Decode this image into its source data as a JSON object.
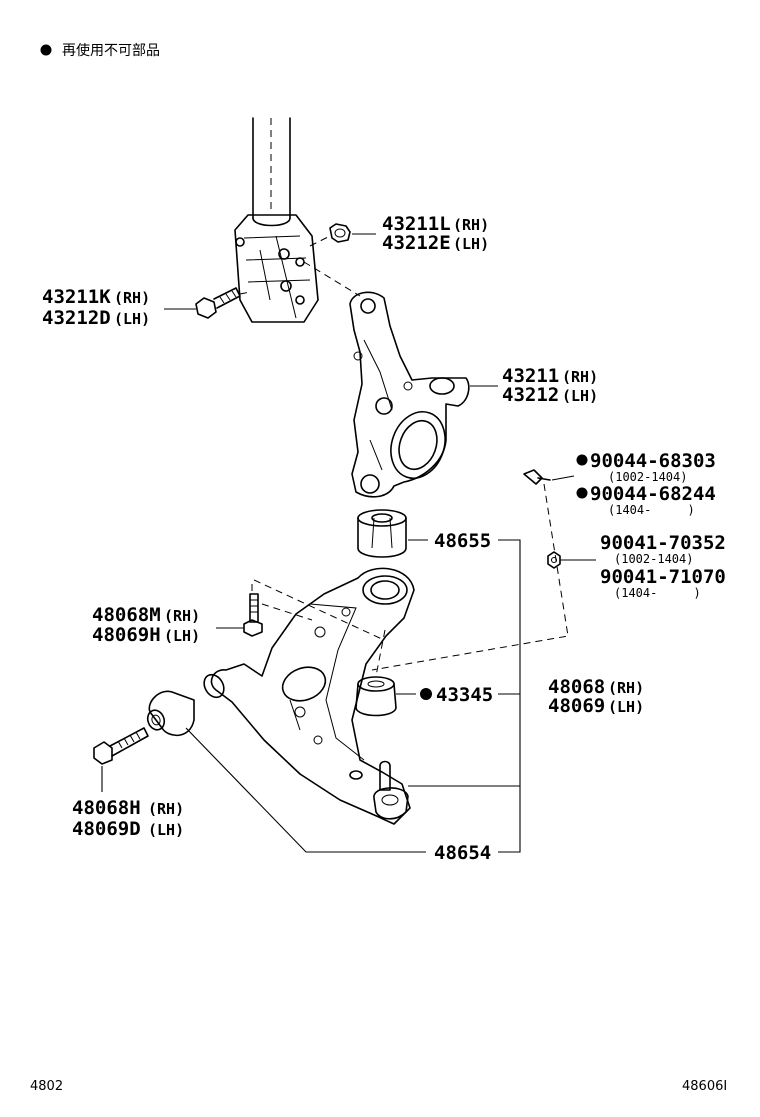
{
  "legend": {
    "text": "再使用不可部品"
  },
  "labels": {
    "l43211L": "43211L",
    "l43211L_side": "(RH)",
    "l43212E": "43212E",
    "l43212E_side": "(LH)",
    "l43211K": "43211K",
    "l43211K_side": "(RH)",
    "l43212D": "43212D",
    "l43212D_side": "(LH)",
    "l43211": "43211",
    "l43211_side": "(RH)",
    "l43212": "43212",
    "l43212_side": "(LH)",
    "l90044a": "90044-68303",
    "l90044a_date": "(1002-1404)",
    "l90044b": "90044-68244",
    "l90044b_date": "(1404-     )",
    "l90041a": "90041-70352",
    "l90041a_date": "(1002-1404)",
    "l90041b": "90041-71070",
    "l90041b_date": "(1404-     )",
    "l48655": "48655",
    "l48068M": "48068M",
    "l48068M_side": "(RH)",
    "l48069H": "48069H",
    "l48069H_side": "(LH)",
    "l43345": "43345",
    "l48068": "48068",
    "l48068_side": "(RH)",
    "l48069": "48069",
    "l48069_side": "(LH)",
    "l48068H": "48068H",
    "l48068H_side": "(RH)",
    "l48069D": "48069D",
    "l48069D_side": "(LH)",
    "l48654": "48654"
  },
  "footer": {
    "left": "4802",
    "right": "48606I"
  }
}
